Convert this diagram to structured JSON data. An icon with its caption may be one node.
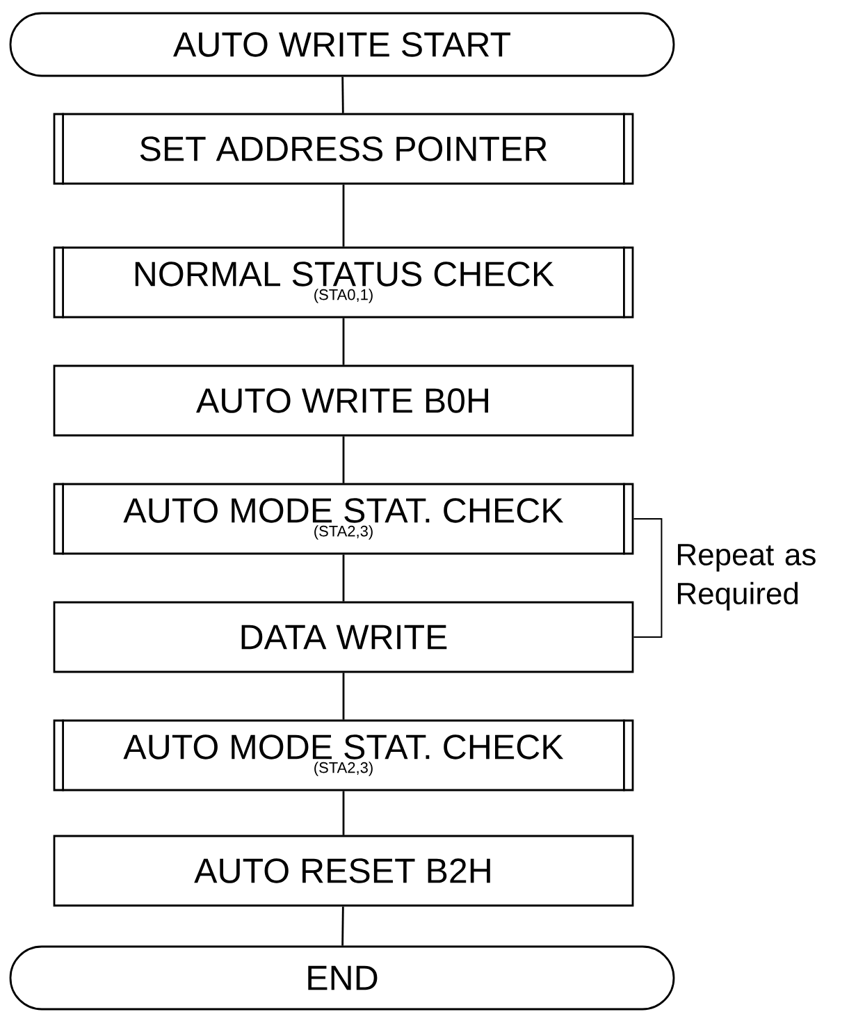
{
  "diagram": {
    "nodes": [
      {
        "text": [
          "AUTO WRITE START"
        ]
      },
      {
        "text": [
          "SET ADDRESS POINTER"
        ]
      },
      {
        "text": [
          "NORMAL STATUS CHECK",
          "(STA0,1)"
        ]
      },
      {
        "text": [
          "AUTO WRITE B0H"
        ]
      },
      {
        "text": [
          "AUTO MODE STAT. CHECK",
          "(STA2,3)"
        ]
      },
      {
        "text": [
          "DATA WRITE"
        ]
      },
      {
        "text": [
          "AUTO MODE STAT. CHECK",
          "(STA2,3)"
        ]
      },
      {
        "text": [
          "AUTO RESET B2H"
        ]
      },
      {
        "text": [
          "END"
        ]
      }
    ],
    "edges": [
      {
        "from": 0,
        "to": 1,
        "arrow": "none"
      },
      {
        "from": 1,
        "to": 2,
        "arrow": "none"
      },
      {
        "from": 2,
        "to": 3,
        "arrow": "none"
      },
      {
        "from": 3,
        "to": 4,
        "arrow": "none"
      },
      {
        "from": 4,
        "to": 5,
        "arrow": "none"
      },
      {
        "from": 5,
        "to": 6,
        "arrow": "none"
      },
      {
        "from": 6,
        "to": 7,
        "arrow": "none"
      },
      {
        "from": 7,
        "to": 8,
        "arrow": "none"
      }
    ],
    "labels": [
      "Repeat as Required"
    ]
  }
}
